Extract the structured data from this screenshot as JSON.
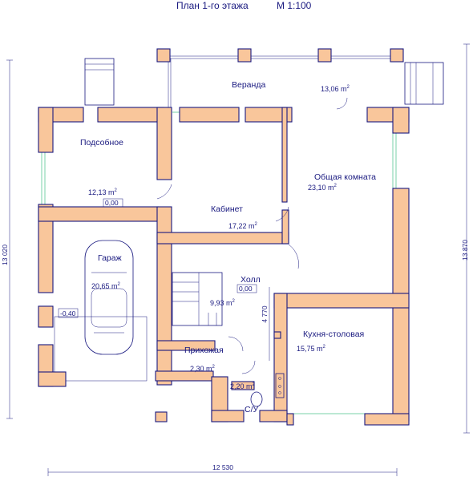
{
  "title": "План 1-го этажа",
  "scale": "М 1:100",
  "rooms": [
    {
      "name": "Веранда",
      "area": "13,06 m",
      "sup": "2"
    },
    {
      "name": "Подсобное",
      "area": "12,13 m",
      "sup": "2",
      "level": "0,00"
    },
    {
      "name": "Кабинет",
      "area": "17,22 m",
      "sup": "2"
    },
    {
      "name": "Общая комната",
      "area": "23,10 m",
      "sup": "2"
    },
    {
      "name": "Гараж",
      "area": "20,65 m",
      "sup": "2",
      "level": "-0,40"
    },
    {
      "name": "Холл",
      "area": "9,93 m",
      "sup": "2",
      "level": "0,00"
    },
    {
      "name": "Кухня-столовая",
      "area": "15,75 m",
      "sup": "2"
    },
    {
      "name": "Прихожая",
      "area": "2,30 m",
      "sup": "2"
    },
    {
      "name": "С/У",
      "area": "2,20 m",
      "sup": "2"
    }
  ],
  "dimensions": {
    "left": "13 020",
    "right": "13 870",
    "bottom": "12 530",
    "inner": "4 770"
  },
  "colors": {
    "wall": "#f9c69b",
    "line": "#1a1a80",
    "glass": "#7ad1a8"
  }
}
